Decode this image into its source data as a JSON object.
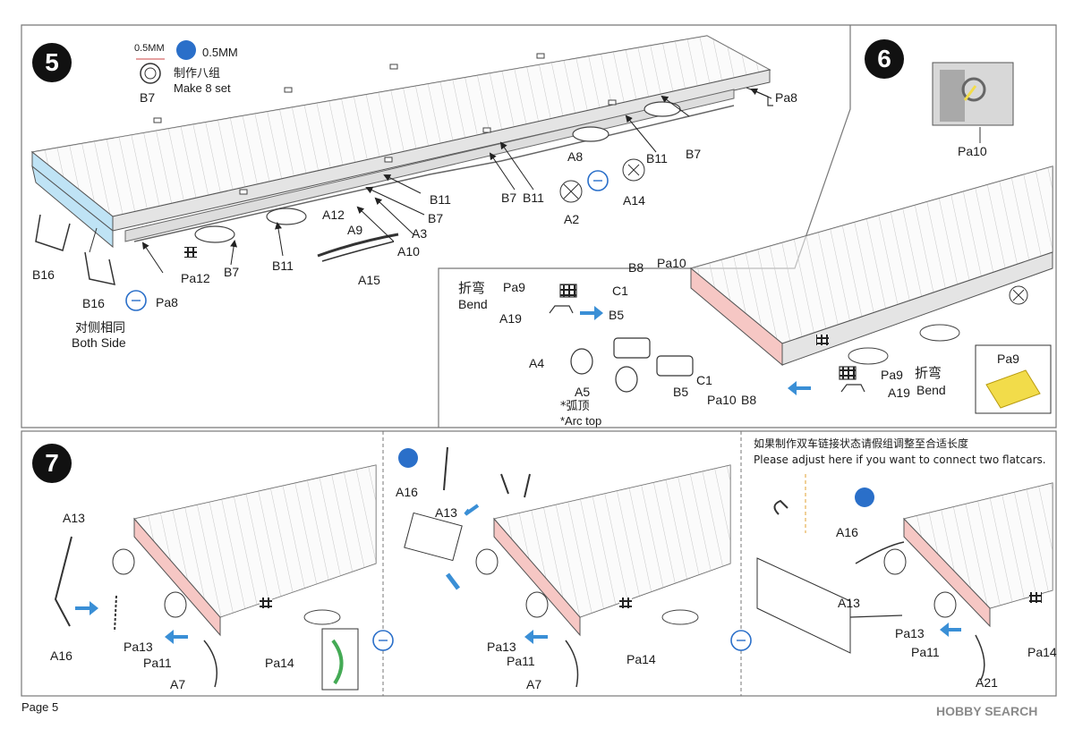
{
  "page": {
    "label": "Page 5",
    "watermark": "HOBBY SEARCH"
  },
  "step5": {
    "number": "5",
    "b7_detail": {
      "dim_left": "0.5MM",
      "dim_right": "0.5MM",
      "part": "B7",
      "note_cn": "制作八组",
      "note_en": "Make 8 set"
    },
    "parts": [
      "Pa8",
      "B7",
      "B11",
      "A8",
      "B7",
      "B11",
      "B11",
      "B7",
      "A12",
      "A3",
      "A9",
      "A10",
      "A2",
      "A14",
      "B16",
      "B16",
      "Pa12",
      "B7",
      "B11",
      "A15",
      "Pa8"
    ],
    "note_cn": "对侧相同",
    "note_en": "Both Side"
  },
  "step6": {
    "number": "6",
    "inset_part": "Pa10",
    "bend_cn": "折弯",
    "bend_en": "Bend",
    "parts": [
      "B8",
      "Pa10",
      "Pa9",
      "C1",
      "A19",
      "B5",
      "A4",
      "A5",
      "B5",
      "C1",
      "Pa10",
      "B8",
      "Pa9",
      "A19"
    ],
    "arc_top_cn": "*弧顶",
    "arc_top_en": "*Arc top",
    "pa9_label": "Pa9"
  },
  "step7": {
    "number": "7",
    "left_parts": [
      "A13",
      "A16",
      "Pa13",
      "Pa11",
      "Pa14",
      "A7"
    ],
    "mid_parts": [
      "A16",
      "A13",
      "Pa13",
      "Pa11",
      "Pa14",
      "A7"
    ],
    "right_note_cn": "如果制作双车链接状态请假组调整至合适长度",
    "right_note_en": "Please adjust here if you want to connect two flatcars.",
    "right_parts": [
      "A16",
      "A13",
      "Pa13",
      "Pa11",
      "Pa14",
      "A21"
    ]
  },
  "colors": {
    "frame": "#666666",
    "deck": "#f4f4f4",
    "blue_panel": "#bfe3f5",
    "red_panel": "#f6c7c4",
    "arrow": "#3a8fd6",
    "pa9": "#f2dc4a"
  }
}
